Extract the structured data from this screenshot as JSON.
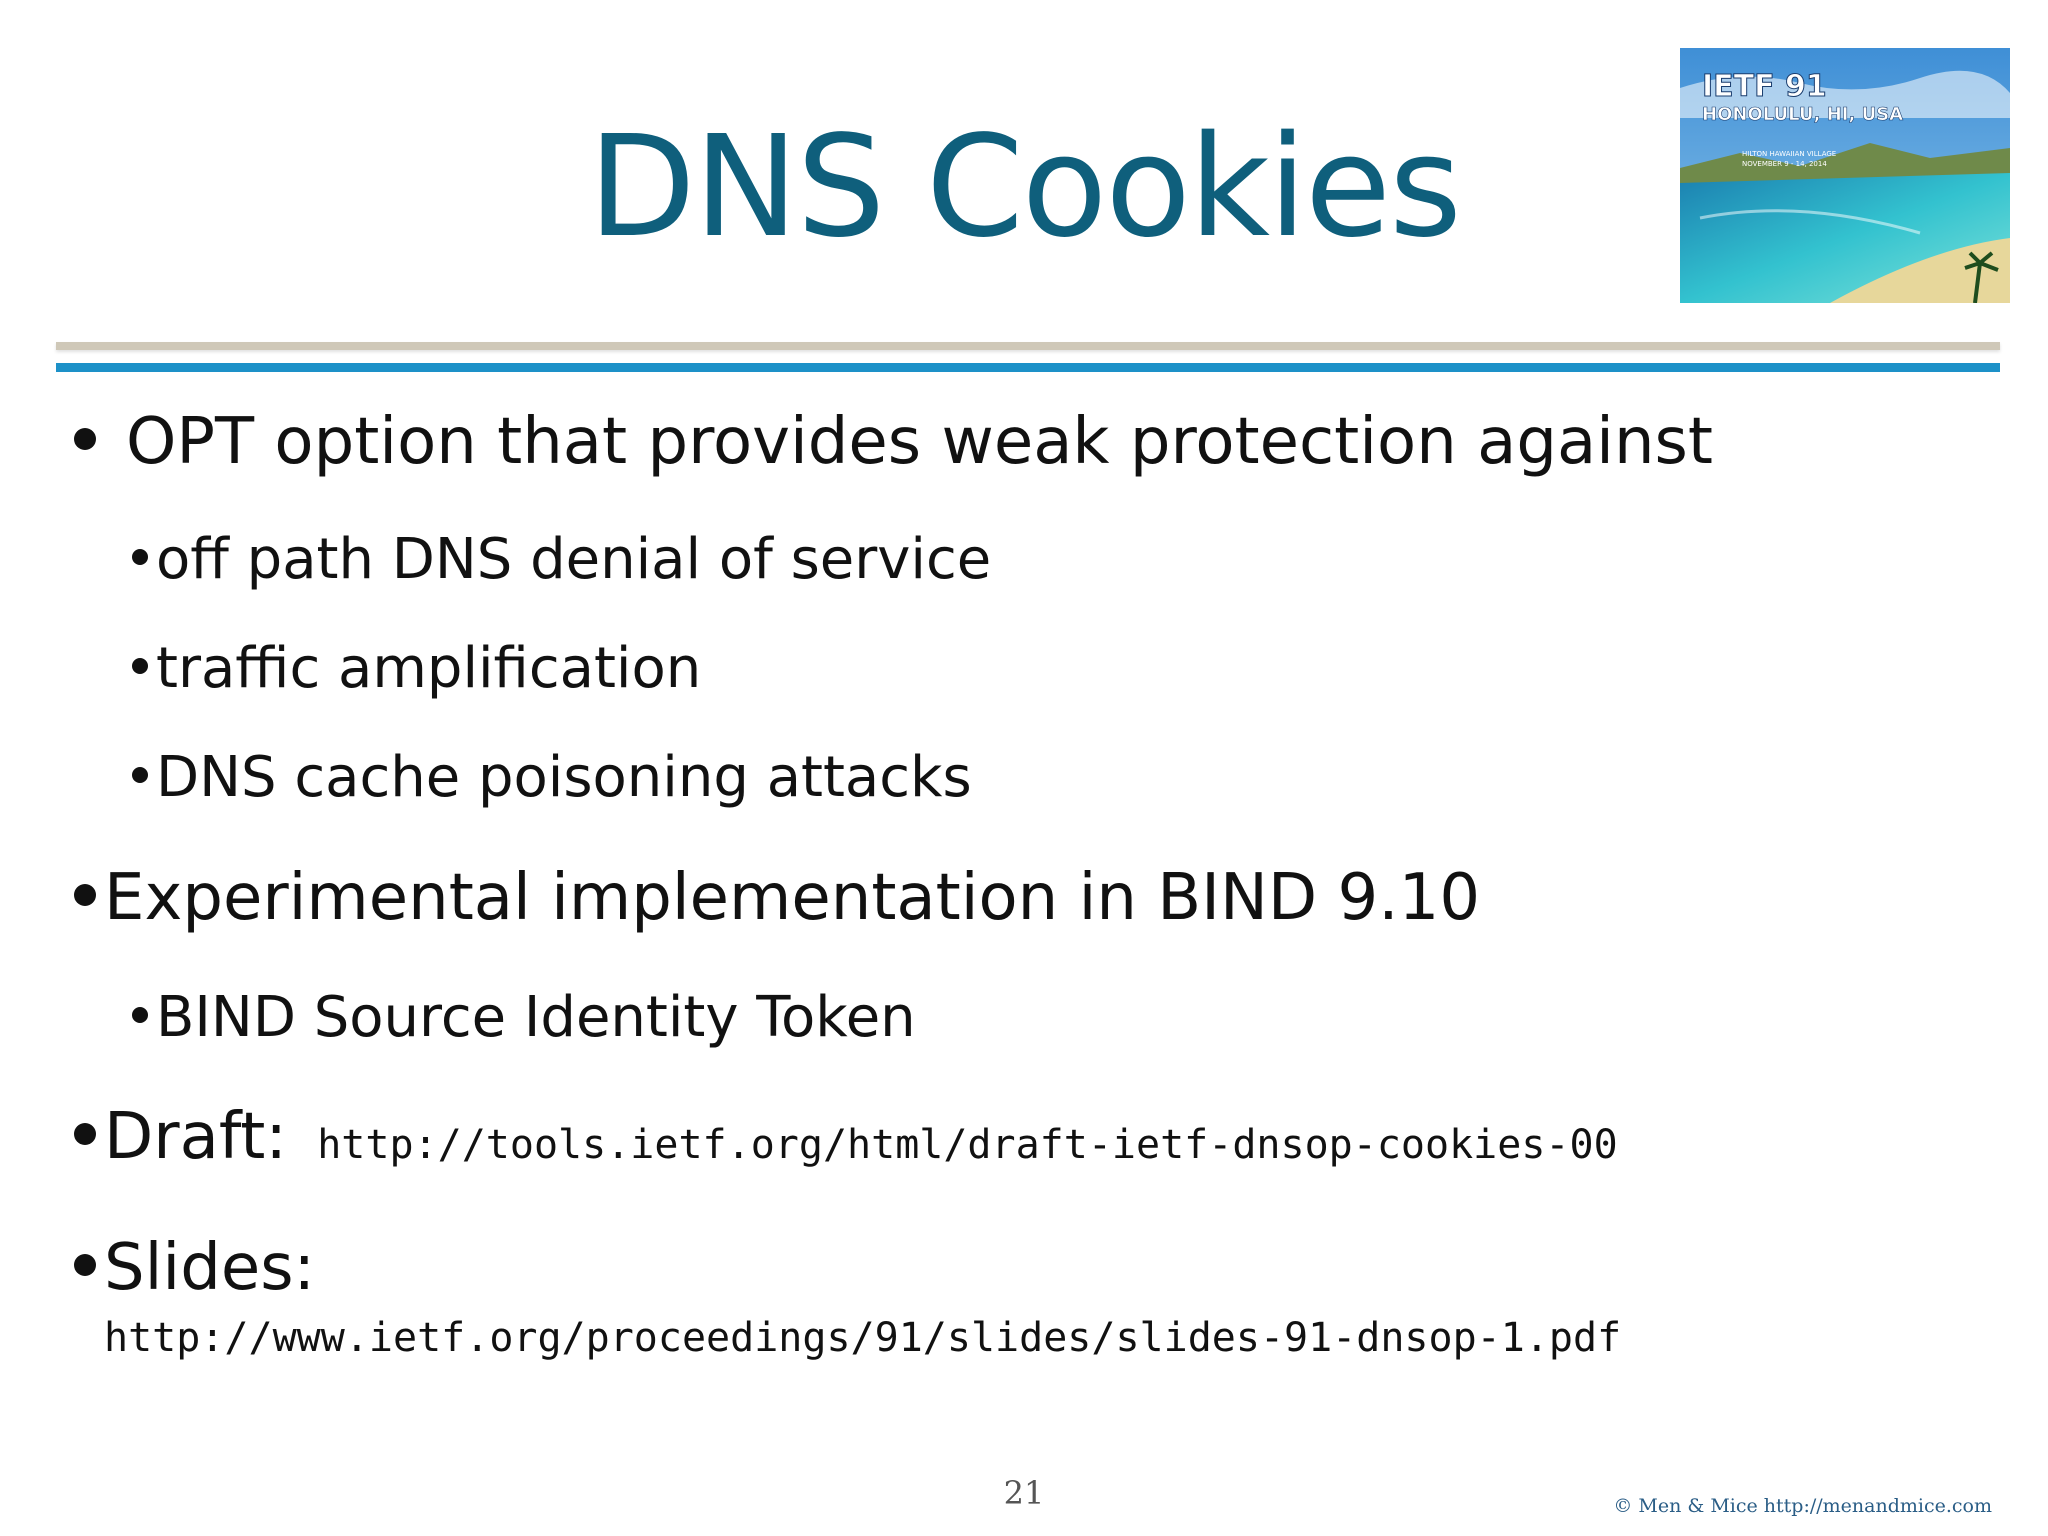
{
  "slide": {
    "title": "DNS Cookies",
    "badge": {
      "line1": "IETF 91",
      "line2": "HONOLULU, HI, USA",
      "line3": "HILTON HAWAIIAN VILLAGE",
      "line4": "NOVEMBER 9 - 14, 2014"
    },
    "bullets": {
      "opt_option": "OPT option that provides weak protection against",
      "sub_off_path": "off path DNS denial of service",
      "sub_amplification": "traffic amplification",
      "sub_cache_poisoning": "DNS cache poisoning attacks",
      "experimental": "Experimental implementation in BIND 9.10",
      "sub_bind_token": "BIND Source Identity Token",
      "draft_label": "Draft:",
      "draft_url": "http://tools.ietf.org/html/draft-ietf-dnsop-cookies-00",
      "slides_label": "Slides:",
      "slides_url": "http://www.ietf.org/proceedings/91/slides/slides-91-dnsop-1.pdf"
    },
    "page_number": "21",
    "footer": "© Men & Mice  http://menandmice.com"
  },
  "colors": {
    "title": "#0f5f7c",
    "rule_tan": "#cfc8b8",
    "rule_blue": "#1d91c8"
  }
}
